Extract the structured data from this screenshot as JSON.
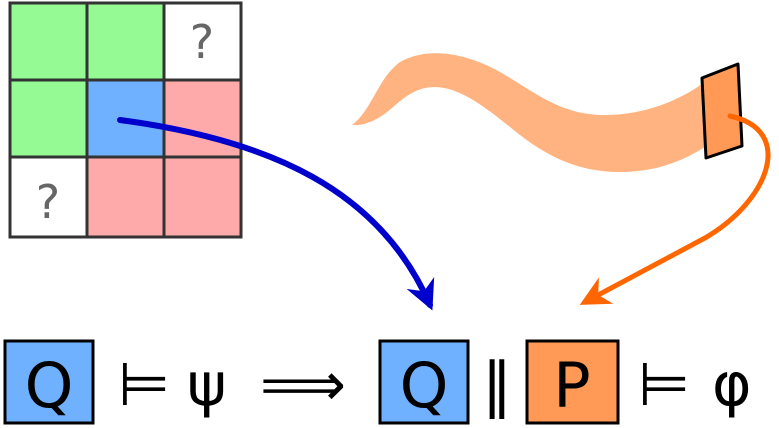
{
  "grid": {
    "rows": [
      [
        {
          "color": "#95fa94",
          "text": ""
        },
        {
          "color": "#95fa94",
          "text": ""
        },
        {
          "color": "#ffffff",
          "text": "?"
        }
      ],
      [
        {
          "color": "#95fa94",
          "text": ""
        },
        {
          "color": "#6fb1ff",
          "text": ""
        },
        {
          "color": "#ffaaaa",
          "text": ""
        }
      ],
      [
        {
          "color": "#ffffff",
          "text": "?"
        },
        {
          "color": "#ffaaaa",
          "text": ""
        },
        {
          "color": "#ffaaaa",
          "text": ""
        }
      ]
    ]
  },
  "formula": {
    "left_box": "Q",
    "entails_1": "⊨",
    "psi": "ψ",
    "implies": "⟹",
    "right_box_q": "Q",
    "parallel": "‖",
    "right_box_p": "P",
    "entails_2": "⊨",
    "phi": "φ"
  },
  "colors": {
    "blue_box": "#6fb1ff",
    "orange_box": "#ff9955",
    "blue_arrow": "#0000cc",
    "orange_arrow": "#ff6600",
    "ribbon": "#ffb380",
    "tag": "#ff9955"
  }
}
